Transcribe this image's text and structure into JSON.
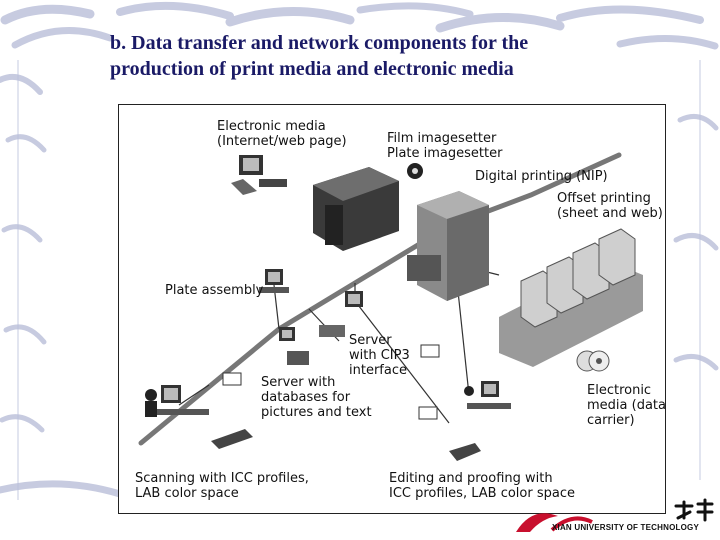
{
  "slide": {
    "title_line1": "b. Data transfer and network components for the",
    "title_line2": "production of print media and electronic media"
  },
  "diagram": {
    "labels": {
      "electronic_media_line1": "Electronic media",
      "electronic_media_line2": "(Internet/web page)",
      "film_imagesetter": "Film imagesetter",
      "plate_imagesetter": "Plate imagesetter",
      "digital_printing": "Digital printing (NIP)",
      "offset_printing_line1": "Offset printing",
      "offset_printing_line2": "(sheet and web)",
      "plate_assembly": "Plate assembly",
      "server_cip3_line1": "Server",
      "server_cip3_line2": "with CIP3",
      "server_cip3_line3": "interface",
      "server_db_line1": "Server with",
      "server_db_line2": "databases for",
      "server_db_line3": "pictures and text",
      "electronic_carrier_line1": "Electronic",
      "electronic_carrier_line2": "media (data",
      "electronic_carrier_line3": "carrier)",
      "scanning_line1": "Scanning with ICC profiles,",
      "scanning_line2": "LAB color space",
      "editing_line1": "Editing and proofing with",
      "editing_line2": "ICC profiles, LAB color space"
    }
  },
  "footer": {
    "university": "XIAN UNIVERSITY OF TECHNOLOGY"
  }
}
